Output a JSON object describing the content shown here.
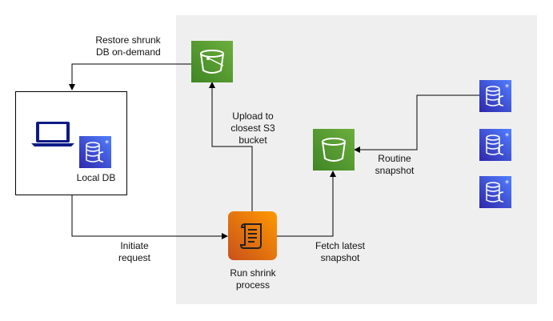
{
  "labels": {
    "restore": [
      "Restore shrunk",
      "DB on-demand"
    ],
    "upload": [
      "Upload to",
      "closest S3",
      "bucket"
    ],
    "routine": [
      "Routine",
      "snapshot"
    ],
    "local_db": "Local DB",
    "initiate": [
      "Initiate",
      "request"
    ],
    "fetch": [
      "Fetch latest",
      "snapshot"
    ],
    "run": [
      "Run shrink",
      "process"
    ]
  },
  "colors": {
    "s3_green_top": "#3f8624",
    "s3_green_bottom": "#6cae3e",
    "db_blue_top": "#2e27ad",
    "db_blue_bottom": "#527fff",
    "compute_orange_top": "#c8511b",
    "compute_orange_bottom": "#ff9900",
    "region_bg": "#efefef"
  },
  "icons": {
    "s3_bucket": "s3-bucket-icon",
    "database": "rds-database-icon",
    "laptop": "laptop-icon",
    "shrink_process": "script-scroll-icon"
  }
}
